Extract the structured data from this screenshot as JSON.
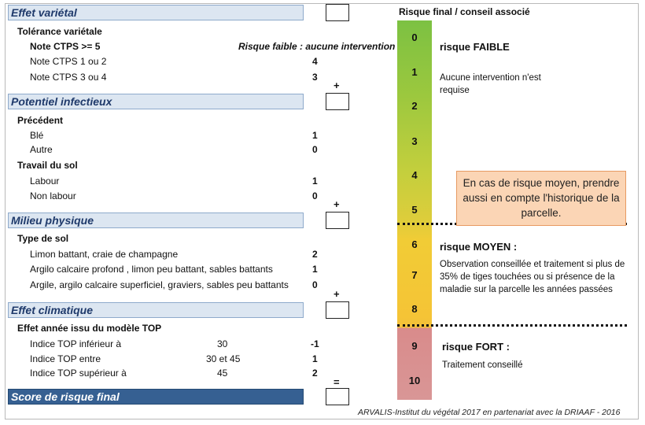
{
  "header": {
    "right_title": "Risque final /  conseil associé"
  },
  "sections": {
    "varietal": {
      "title": "Effet variétal",
      "subtitle": "Tolérance variétale",
      "items": [
        {
          "label": "Note CTPS >= 5",
          "note": "Risque faible : aucune intervention"
        },
        {
          "label": "Note CTPS 1 ou 2",
          "points": "4"
        },
        {
          "label": "Note CTPS 3 ou 4",
          "points": "3"
        }
      ],
      "operator": "+"
    },
    "infectious": {
      "title": "Potentiel infectieux",
      "groups": [
        {
          "subtitle": "Précédent",
          "items": [
            {
              "label": "Blé",
              "points": "1"
            },
            {
              "label": "Autre",
              "points": "0"
            }
          ]
        },
        {
          "subtitle": "Travail du sol",
          "items": [
            {
              "label": "Labour",
              "points": "1"
            },
            {
              "label": "Non labour",
              "points": "0"
            }
          ]
        }
      ],
      "operator": "+"
    },
    "physical": {
      "title": "Milieu physique",
      "subtitle": "Type de sol",
      "items": [
        {
          "label": "Limon battant, craie de champagne",
          "points": "2"
        },
        {
          "label": "Argilo calcaire profond , limon peu battant, sables battants",
          "points": "1"
        },
        {
          "label": "Argile, argilo calcaire superficiel, graviers, sables peu battants",
          "points": "0"
        }
      ],
      "operator": "+"
    },
    "climatic": {
      "title": "Effet climatique",
      "subtitle": "Effet année issu du modèle TOP",
      "items": [
        {
          "label": "Indice TOP inférieur à",
          "threshold": "30",
          "points": "-1"
        },
        {
          "label": "Indice TOP entre",
          "threshold": "30 et 45",
          "points": "1"
        },
        {
          "label": "Indice TOP supérieur à",
          "threshold": "45",
          "points": "2"
        }
      ],
      "operator": "="
    },
    "final": {
      "title": "Score de risque final"
    }
  },
  "scale": {
    "numbers": [
      "0",
      "1",
      "2",
      "3",
      "4",
      "5",
      "6",
      "7",
      "8",
      "9",
      "10"
    ],
    "colors": {
      "low": "#7cc142",
      "medium": "#f1cc36",
      "high": "#d98b8b"
    }
  },
  "risks": {
    "low": {
      "label": "risque FAIBLE",
      "desc": "Aucune intervention n'est requise"
    },
    "medium": {
      "label": "risque MOYEN :",
      "desc": "Observation conseillée et traitement si plus de 35% de tiges touchées ou si présence de la maladie sur la parcelle les années passées"
    },
    "high": {
      "label": "risque FORT :",
      "desc": "Traitement conseillé"
    }
  },
  "callout": {
    "text": "En cas de risque moyen, prendre aussi en compte l'historique de la parcelle."
  },
  "footer": {
    "credit": "ARVALIS-Institut du végétal 2017 en partenariat avec la DRIAAF - 2016"
  }
}
